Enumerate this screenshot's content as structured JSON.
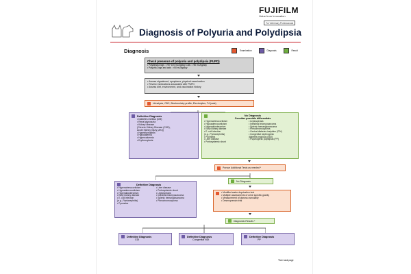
{
  "header": {
    "brand": "FUJIFILM",
    "tagline": "Value from Innovation",
    "audience": "For Veterinary Professionals",
    "title": "Diagnosis of Polyuria and Polydipsia"
  },
  "section_label": "Diagnosis",
  "legend": [
    {
      "label": "Examination",
      "color": "#e4572e"
    },
    {
      "label": "Diagnosis",
      "color": "#6d5ba5"
    },
    {
      "label": "Result",
      "color": "#6fae3e"
    }
  ],
  "step1": {
    "title": "Check presence of polyuria and polydipsia (PUPD)",
    "line1": "• Polydipsia   Dogs : >90~100 mL/kg/day     Cats : >50 mL/kg/day",
    "line2": "• Polyuria      Dogs and cats : >50 mL/kg/day"
  },
  "step2": {
    "lines": "• Assess signalment, symptoms, physical examination\n• Review medications associated with PUPD\n• Assess diet, environment, and vaccination history"
  },
  "step3": {
    "text": "Urinalysis, CBC, Biochemistry profile, Electrolytes, T4 (cats)"
  },
  "def1": {
    "title": "Definitive Diagnosis",
    "items": "• Diabetes mellitus (DM)\n• Renal glycosuria\n• Kidney disease\n  (Chronic Kidney Disease (CKD),\n  Acute Kidney Injury (AKI))\n• Hyperthyroidism\n• Hypokalemia\n• Hypercalcemia\n• Erythrocytosis"
  },
  "nodiag1": {
    "title": "No Diagnosis",
    "subtitle": "Consider possible differentials",
    "col1": "• Hyperadrenocorticism\n• Hypoadrenocorticism\n• Hyperaldosteronism\n• Early kidney disease\n• E. coli infection\n  (e.g., Pyelonephritis)\n• Pyometra\n• Liver disease\n• Portosystemic shunt",
    "col2": "• Leptospirosis\n• Intestinal leiomyosarcoma\n• Splenic hemangiosarcoma\n• Pheochromocytoma\n• Central diabetes insipidus (CDI)\n• Congenital nephrogenic\n  diabetes insipidus (NDI)\n• Psychogenic polydipsia (PP)"
  },
  "step4": {
    "text": "Pursue Additional Tests as needed *"
  },
  "def2": {
    "title": "Definitive Diagnosis",
    "col1": "• Hyperadrenocorticism\n• Hypoadrenocorticism\n• Hyperaldosteronism\n• Early kidney disease\n• E. coli infection\n  (e.g., Pyelonephritis)\n• Pyometra",
    "col2": "• Liver disease\n• Portosystemic shunt\n• Leptospirosis\n• Intestinal leiomyosarcoma\n• Splenic hemangiosarcoma\n• Pheochromocytoma"
  },
  "nodiag2": {
    "text": "No Diagnosis"
  },
  "step5": {
    "lines": "• Modified water deprivation test\n• Multiple assessments of urine specific gravity\n• Measurement of plasma osmolality\n• Desmopressin trial"
  },
  "results": {
    "text": "Diagnostic Results *"
  },
  "finals": [
    {
      "title": "Definitive Diagnosis",
      "value": "CDI"
    },
    {
      "title": "Definitive Diagnosis",
      "value": "Congenital NDI"
    },
    {
      "title": "Definitive Diagnosis",
      "value": "PP"
    }
  ],
  "footnote": "*See back page"
}
